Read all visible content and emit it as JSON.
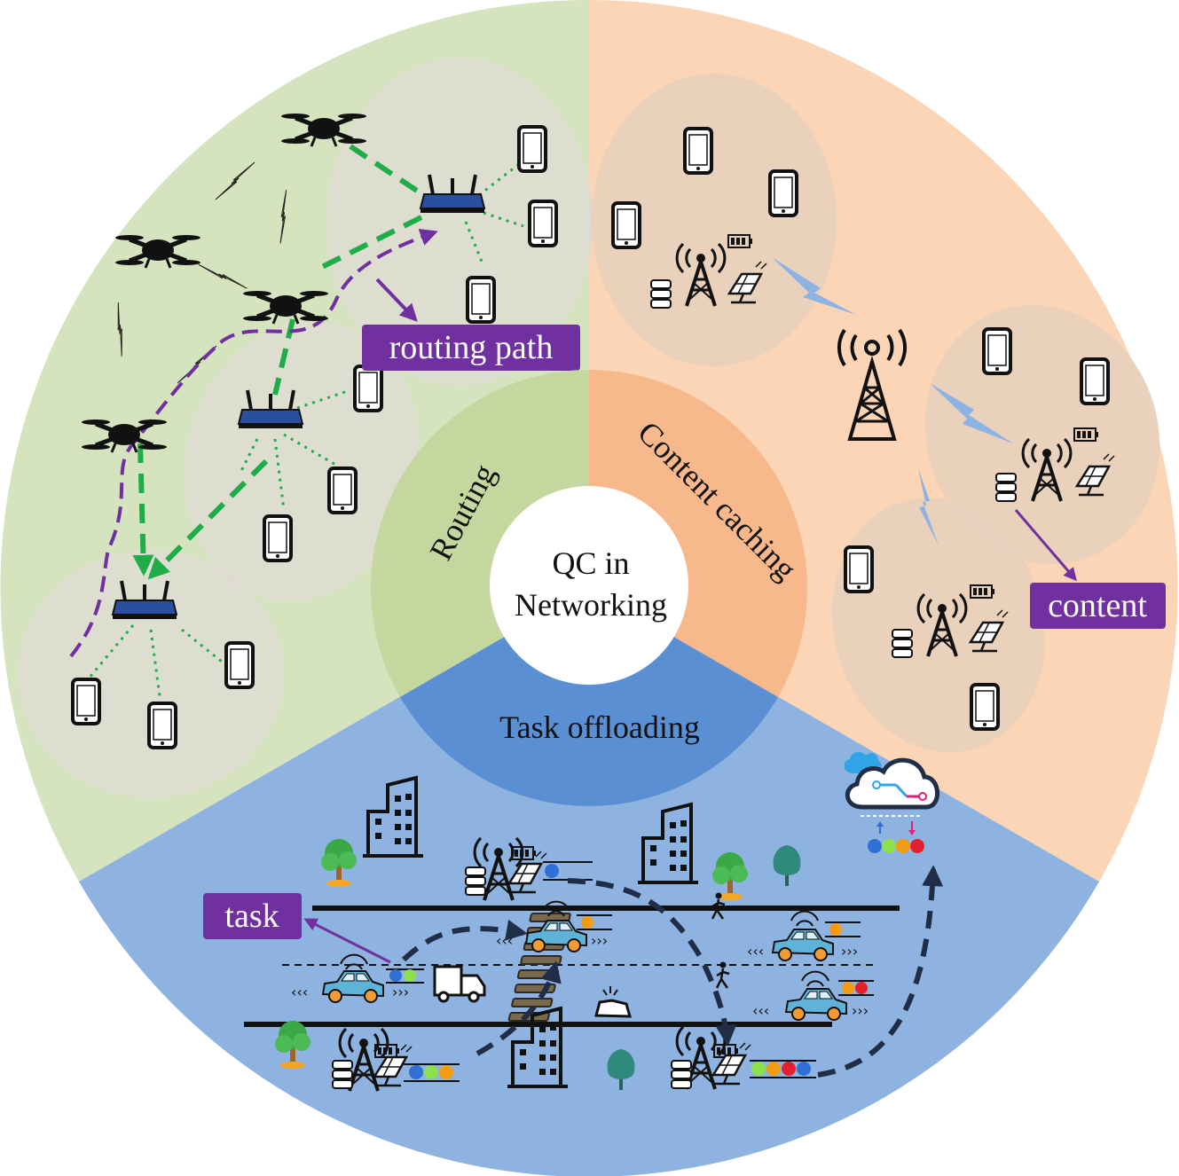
{
  "center": {
    "line1": "QC in",
    "line2": "Networking"
  },
  "sectors": {
    "routing": "Routing",
    "caching": "Content caching",
    "offloading": "Task offloading"
  },
  "tags": {
    "routing_path": "routing path",
    "content": "content",
    "task": "task"
  },
  "colors": {
    "routing_outer": "#d5e3bf",
    "routing_inner": "#c3d79f",
    "caching_outer": "#fbd5b6",
    "caching_inner": "#f7b88c",
    "offloading_outer": "#8fb3e0",
    "offloading_inner": "#5a8fd4",
    "tag_purple": "#7030a0",
    "route_green": "#1fad4a",
    "route_purple": "#7030a0",
    "lightning_yellow": "#f5b722",
    "lightning_blue": "#8db3e2",
    "dashed_navy": "#1f2d46"
  },
  "icons": [
    "drone-icon",
    "router-icon",
    "smartphone-icon",
    "tower-icon",
    "battery-icon",
    "solar-panel-icon",
    "server-icon",
    "car-icon",
    "truck-icon",
    "building-icon",
    "tree-icon",
    "pedestrian-icon",
    "cloud-icon",
    "lightning-icon"
  ]
}
